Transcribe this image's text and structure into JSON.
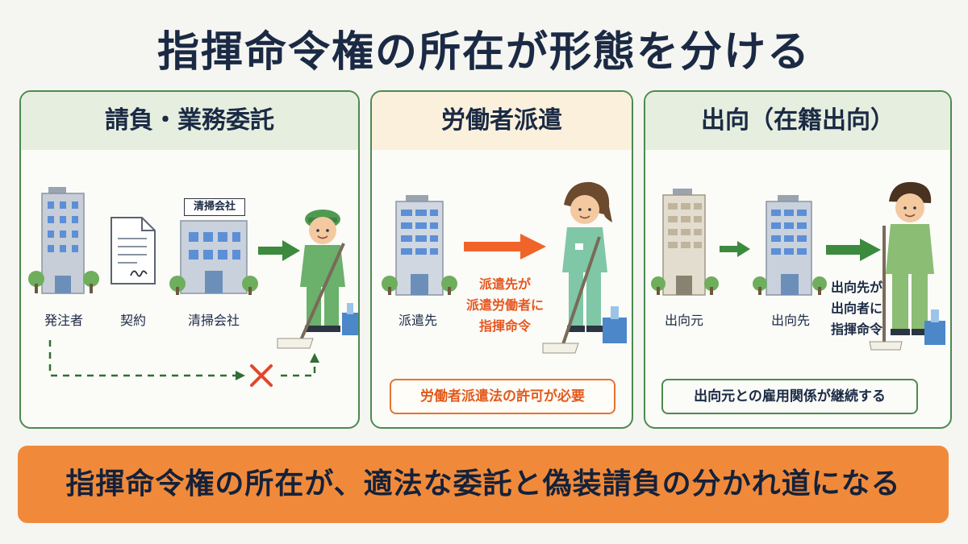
{
  "title": "指揮命令権の所在が形態を分ける",
  "panels": {
    "contracting": {
      "header": "請負・業務委託",
      "client_label": "発注者",
      "contract_label": "契約",
      "company_sign": "清掃会社",
      "company_label": "清掃会社"
    },
    "dispatch": {
      "header": "労働者派遣",
      "client_label": "派遣先",
      "instruction_lines": [
        "派遣先が",
        "派遣労働者に",
        "指揮命令"
      ],
      "note": "労働者派遣法の許可が必要"
    },
    "secondment": {
      "header": "出向（在籍出向）",
      "origin_label": "出向元",
      "destination_label": "出向先",
      "instruction_lines": [
        "出向先が",
        "出向者に",
        "指揮命令"
      ],
      "note": "出向元との雇用関係が継続する"
    }
  },
  "bottom_banner": "指揮命令権の所在が、適法な委託と偽装請負の分かれ道になる",
  "colors": {
    "title": "#1b2a44",
    "panel_border": "#4d8a4f",
    "banner": "#f08a3a",
    "arrow_green": "#3c8a3e",
    "arrow_orange": "#f0642a",
    "cross_red": "#e2462a"
  }
}
